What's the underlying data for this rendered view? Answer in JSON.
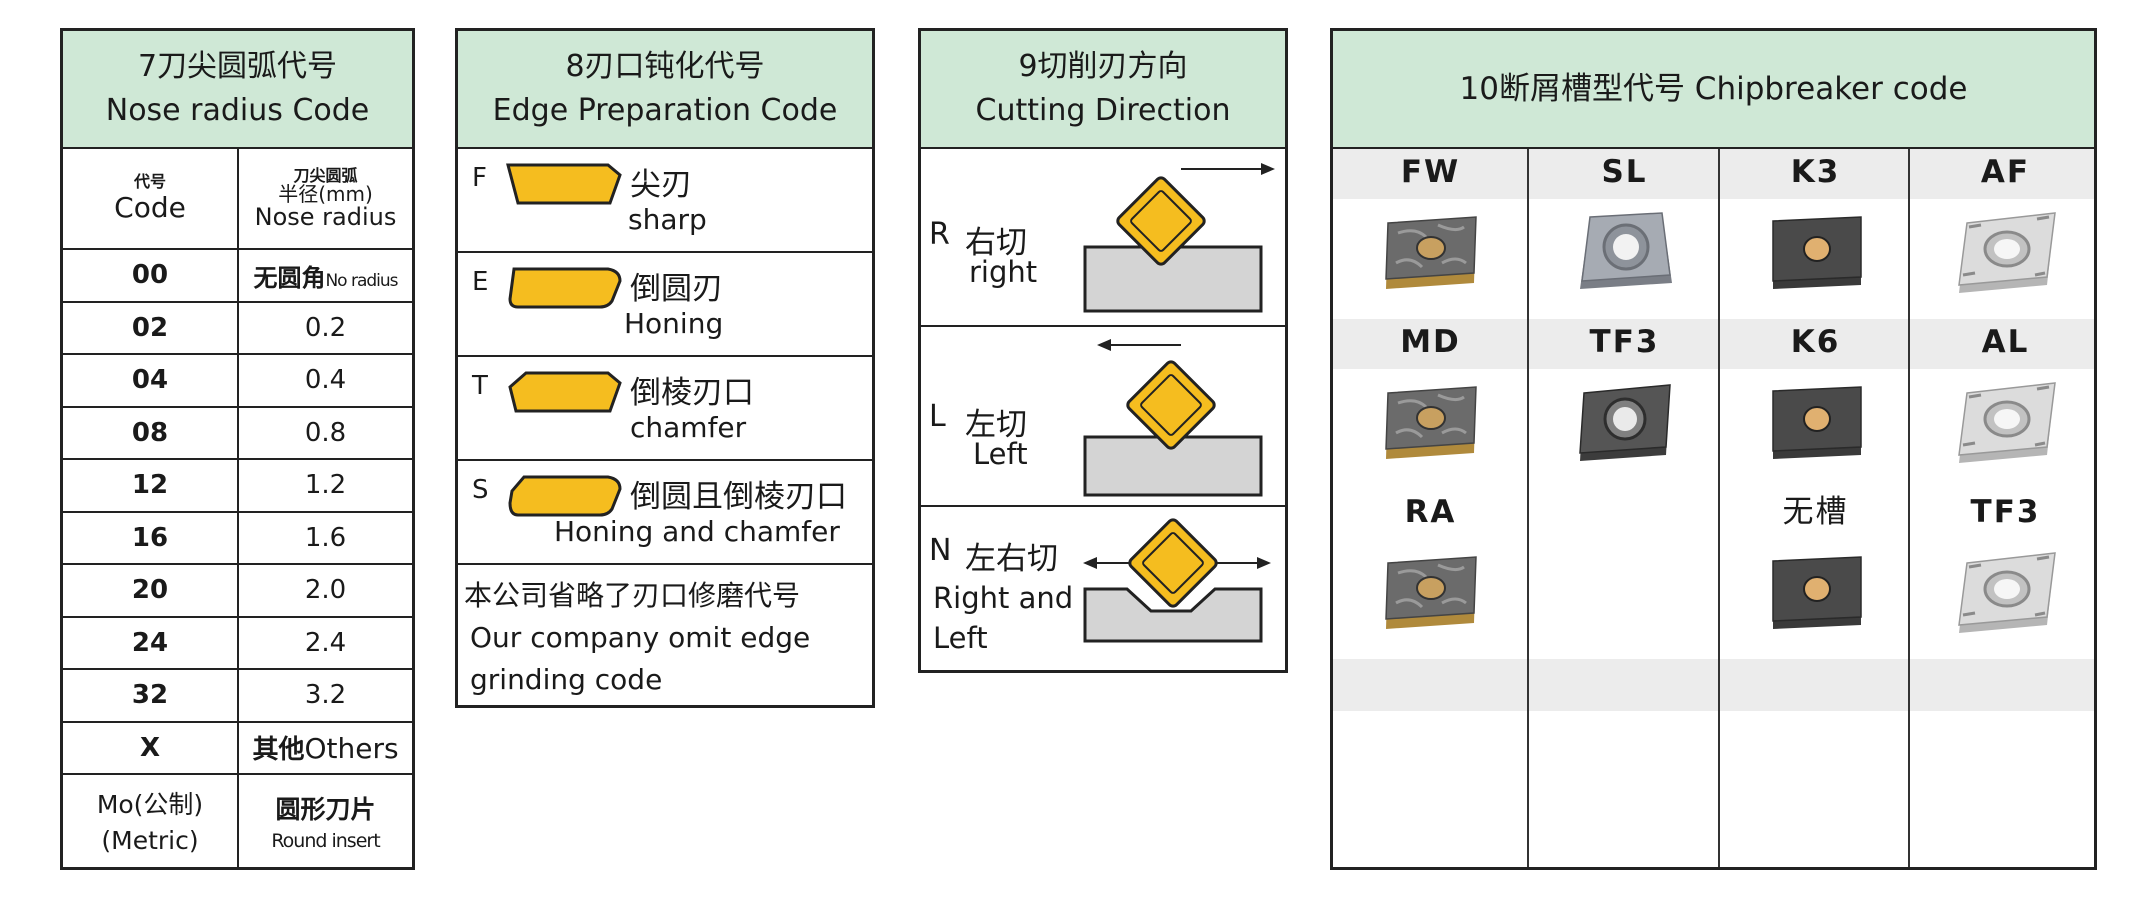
{
  "nose_radius": {
    "title_cn": "7刀尖圆弧代号",
    "title_en": "Nose radius Code",
    "col1_cn": "代号",
    "col1_en": "Code",
    "col2_cn_1": "刀尖圆弧",
    "col2_cn_2": "半径(mm)",
    "col2_en": "Nose  radius",
    "rows": [
      {
        "code": "00",
        "value_cn": "无圆角",
        "value_en": "No radius"
      },
      {
        "code": "02",
        "value": "0.2"
      },
      {
        "code": "04",
        "value": "0.4"
      },
      {
        "code": "08",
        "value": "0.8"
      },
      {
        "code": "12",
        "value": "1.2"
      },
      {
        "code": "16",
        "value": "1.6"
      },
      {
        "code": "20",
        "value": "2.0"
      },
      {
        "code": "24",
        "value": "2.4"
      },
      {
        "code": "32",
        "value": "3.2"
      },
      {
        "code": "X",
        "value_cn": "其他",
        "value_en": "Others"
      }
    ],
    "last": {
      "code_1": "Mo(公制)",
      "code_2": "(Metric)",
      "value_cn": "圆形刀片",
      "value_en": "Round insert"
    }
  },
  "edge_prep": {
    "title_cn": "8刃口钝化代号",
    "title_en": "Edge Preparation Code",
    "rows": [
      {
        "letter": "F",
        "cn": "尖刃",
        "en": "sharp",
        "shape": "sharp"
      },
      {
        "letter": "E",
        "cn": "倒圆刃",
        "en": "Honing",
        "shape": "honing"
      },
      {
        "letter": "T",
        "cn": "倒棱刃口",
        "en": "chamfer",
        "shape": "chamfer"
      },
      {
        "letter": "S",
        "cn": "倒圆且倒棱刃口",
        "en": "Honing and chamfer",
        "shape": "both"
      }
    ],
    "note_cn": "本公司省略了刃口修磨代号",
    "note_en_1": "Our company omit edge",
    "note_en_2": "grinding code",
    "insert_color": "#f5bd1f"
  },
  "cutting_dir": {
    "title_cn": "9切削刃方向",
    "title_en": "Cutting Direction",
    "rows": [
      {
        "letter": "R",
        "cn": "右切",
        "en": "right"
      },
      {
        "letter": "L",
        "cn": "左切",
        "en": "Left"
      },
      {
        "letter": "N",
        "cn": "左右切",
        "en_1": "Right and",
        "en_2": "Left"
      }
    ],
    "insert_color": "#f5bd1f",
    "workpiece_color": "#d4d4d4"
  },
  "chipbreaker": {
    "title": "10断屑槽型代号  Chipbreaker code",
    "rows": [
      [
        {
          "label": "FW",
          "insert": "gray-gold"
        },
        {
          "label": "SL",
          "insert": "silver-cb"
        },
        {
          "label": "K3",
          "insert": "dark"
        },
        {
          "label": "AF",
          "insert": "silver-al"
        }
      ],
      [
        {
          "label": "MD",
          "insert": "gray-gold"
        },
        {
          "label": "TF3",
          "insert": "dark-cb"
        },
        {
          "label": "K6",
          "insert": "dark"
        },
        {
          "label": "AL",
          "insert": "silver-al"
        }
      ],
      [
        {
          "label": "RA",
          "insert": "gray-gold"
        },
        {
          "label": "",
          "insert": ""
        },
        {
          "label": "无槽",
          "insert": "dark"
        },
        {
          "label": "TF3",
          "insert": "silver-al"
        }
      ]
    ],
    "header_color": "#cfe8d6"
  }
}
